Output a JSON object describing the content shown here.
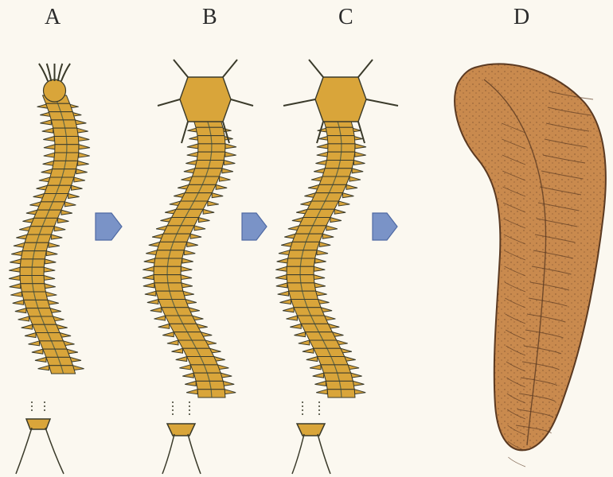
{
  "labels": {
    "a": "A",
    "b": "B",
    "c": "C",
    "d": "D"
  },
  "colors": {
    "body_fill": "#d9a53a",
    "body_stroke": "#3a3a2a",
    "seam": "#2f4a46",
    "arrow_fill": "#7a93c7",
    "arrow_stroke": "#4f6aa3",
    "slug_fill": "#c98a4e",
    "slug_stroke": "#5b3a22",
    "background": "#fbf8f0"
  },
  "icons": {
    "arrow": "right-pentagon-arrow"
  }
}
